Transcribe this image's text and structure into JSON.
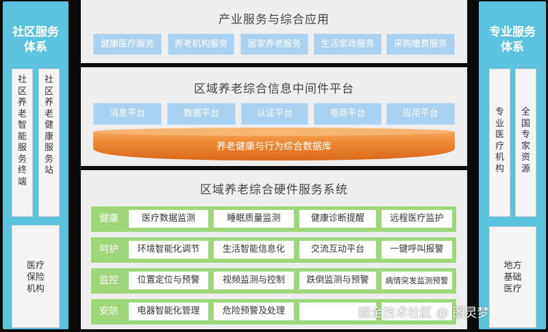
{
  "left_column": {
    "title": "社区服务体系",
    "box1": "社区养老智能服务终端",
    "box2": "社区养老健康服务站",
    "box3": "医疗保险机构"
  },
  "right_column": {
    "title": "专业服务体系",
    "box1": "专业医疗机构",
    "box2": "全国专家资源",
    "box3": "地方基础医疗"
  },
  "industry_panel": {
    "title": "产业服务与综合应用",
    "items": [
      "健康医疗服务",
      "养老机构服务",
      "居家养老服务",
      "生活家政服务",
      "采购缴费服务"
    ]
  },
  "middleware_panel": {
    "title": "区域养老综合信息中间件平台",
    "items": [
      "消息平台",
      "数据平台",
      "认证平台",
      "电商平台",
      "应用平台"
    ],
    "database": "养老健康与行为综合数据库"
  },
  "hardware_panel": {
    "title": "区域养老综合硬件服务系统",
    "rows": [
      {
        "label": "健康",
        "cells": [
          "医疗数据监测",
          "睡眠质量监测",
          "健康诊断提醒",
          "远程医疗监护"
        ]
      },
      {
        "label": "呵护",
        "cells": [
          "环境智能化调节",
          "生活智能信息化",
          "交流互动平台",
          "一键呼叫报警"
        ]
      },
      {
        "label": "监控",
        "cells": [
          "位置定位与预警",
          "视频监测与控制",
          "跌倒监测与预警",
          "病情突发监测预警"
        ]
      },
      {
        "label": "安防",
        "cells": [
          "电器智能化管理",
          "危险预警及处理",
          "",
          ""
        ]
      }
    ]
  },
  "watermark": "掘金技术社区 @ 图灵梦"
}
